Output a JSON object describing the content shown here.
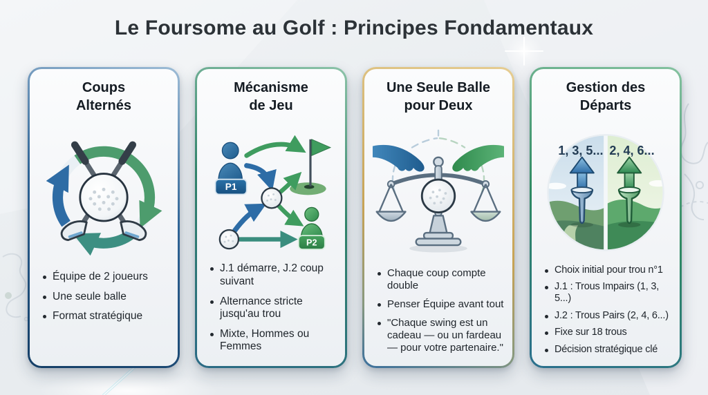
{
  "page": {
    "title": "Le Foursome au Golf : Principes Fondamentaux"
  },
  "cards": [
    {
      "id": "coups-alternes",
      "title_line1": "Coups",
      "title_line2": "Alternés",
      "icon": "crossed-golf-clubs-with-cycle-arrows",
      "bullets": [
        "Équipe de 2 joueurs",
        "Une seule balle",
        "Format stratégique"
      ]
    },
    {
      "id": "mecanisme-de-jeu",
      "title_line1": "Mécanisme",
      "title_line2": "de Jeu",
      "icon": "player-alternation-flow-diagram",
      "badge_p1": "P1",
      "badge_p2": "P2",
      "bullets": [
        "J.1 démarre, J.2 coup suivant",
        "Alternance stricte jusqu'au trou",
        "Mixte, Hommes ou Femmes"
      ]
    },
    {
      "id": "une-seule-balle-pour-deux",
      "title_line1": "Une Seule Balle",
      "title_line2": "pour Deux",
      "icon": "balance-scale-with-golf-ball-and-hands",
      "bullets": [
        "Chaque coup compte double",
        "Penser Équipe avant tout",
        "\"Chaque swing est un cadeau — ou un fardeau — pour votre partenaire.\""
      ]
    },
    {
      "id": "gestion-des-departs",
      "title_line1": "Gestion des",
      "title_line2": "Départs",
      "icon": "odd-even-tee-split-circle",
      "left_label": "1, 3, 5...",
      "right_label": "2, 4, 6...",
      "bullets": [
        "Choix initial pour trou n°1",
        "J.1 : Trous Impairs (1, 3, 5...)",
        "J.2 : Trous Pairs (2, 4, 6...)",
        "Fixe sur 18 trous",
        "Décision stratégique clé"
      ]
    }
  ],
  "colors": {
    "blue": "#2f6ea8",
    "green": "#3f9c63",
    "teal": "#3d8f82",
    "gold": "#c9a85c",
    "navy_border": "#16436d",
    "title_text": "#2c3237",
    "card_text": "#1e242a",
    "card_background": "#f1f3f6"
  },
  "icons": {
    "sparkle": "sparkle-flare",
    "background_left": "faint-course-map-contour",
    "background_right": "faint-course-map-contour"
  }
}
